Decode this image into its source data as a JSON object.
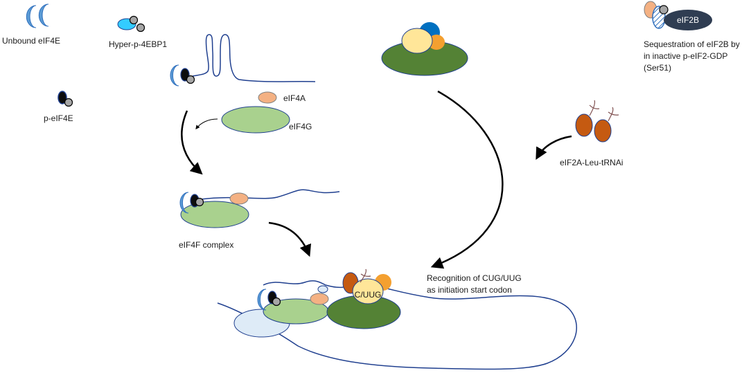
{
  "legend": {
    "unbound_eif4e": "Unbound eIF4E",
    "hyper_4ebp1": "Hyper-p-4EBP1",
    "p_eif4e": "p-eIF4E",
    "eif2b_badge": "eIF2B",
    "eif2b_caption_line1": "Sequestration of eIF2B by",
    "eif2b_caption_line2": "in inactive p-eIF2-GDP",
    "eif2b_caption_line3": "(Ser51)"
  },
  "labels": {
    "eif4a": "eIF4A",
    "eif4g": "eIF4G",
    "eif4f_complex": "eIF4F complex",
    "eif2a_trna": "eIF2A-Leu-tRNAi",
    "recognition_line1": "Recognition of CUG/UUG",
    "recognition_line2": "as initiation start codon",
    "codon": "C/UUG"
  },
  "colors": {
    "eif4e_blue": "#2f6fbd",
    "eif4e_light": "#5b9bd5",
    "phospho_gray": "#a6a6a6",
    "black_cap": "#0d0d0d",
    "cyan_4ebp1": "#33ccff",
    "eif4a_salmon": "#f4b183",
    "eif4g_green": "#a9d18e",
    "ribosome_dark_green": "#548235",
    "yellow_subunit": "#ffe699",
    "blue_subunit": "#0070c0",
    "orange_subunit": "#f4a030",
    "eif2a_orange": "#c55a11",
    "eif2b_navy": "#2f3d52",
    "pabp_blue": "#deebf7",
    "mrna_line": "#1f3f8f",
    "arrow_black": "#000000"
  }
}
